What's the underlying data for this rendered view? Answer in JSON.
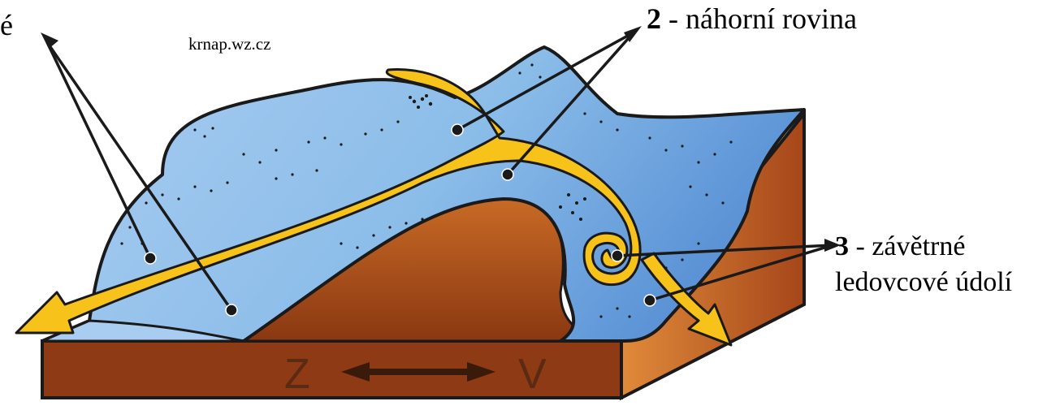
{
  "source": "krnap.wz.cz",
  "labels": {
    "l1_fragment": "é",
    "l2_number": "2",
    "l2_text": " - náhorní rovina",
    "l3_number": "3",
    "l3_text": " - závětrné",
    "l3_text2": "ledovcové údolí"
  },
  "compass": {
    "west": "Z",
    "east": "V"
  },
  "colors": {
    "ice": "#7fb3e6",
    "ice_light": "#a9cdf0",
    "ground": "#b4581f",
    "ground_dark": "#7a3211",
    "wind": "#f7c21a",
    "outline": "#1a1a1a"
  }
}
